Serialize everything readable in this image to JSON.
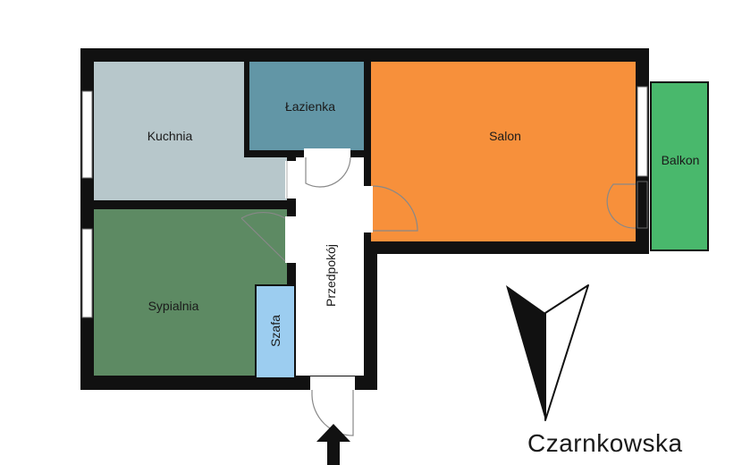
{
  "rooms": {
    "kuchnia": {
      "label": "Kuchnia",
      "color": "#b7c7cb"
    },
    "lazienka": {
      "label": "Łazienka",
      "color": "#6296a6"
    },
    "salon": {
      "label": "Salon",
      "color": "#f7903b"
    },
    "balkon": {
      "label": "Balkon",
      "color": "#49b86c"
    },
    "sypialnia": {
      "label": "Sypialnia",
      "color": "#5d8a63"
    },
    "szafa": {
      "label": "Szafa",
      "color": "#9ccdf0"
    },
    "przedpokoj": {
      "label": "Przedpokój",
      "color": "#ffffff"
    }
  },
  "street": {
    "label": "Czarnkowska"
  },
  "colors": {
    "wall": "#111111",
    "door_swing": "#888888"
  },
  "icons": {
    "entrance": "entrance-arrow-icon",
    "north": "north-arrow-icon"
  }
}
